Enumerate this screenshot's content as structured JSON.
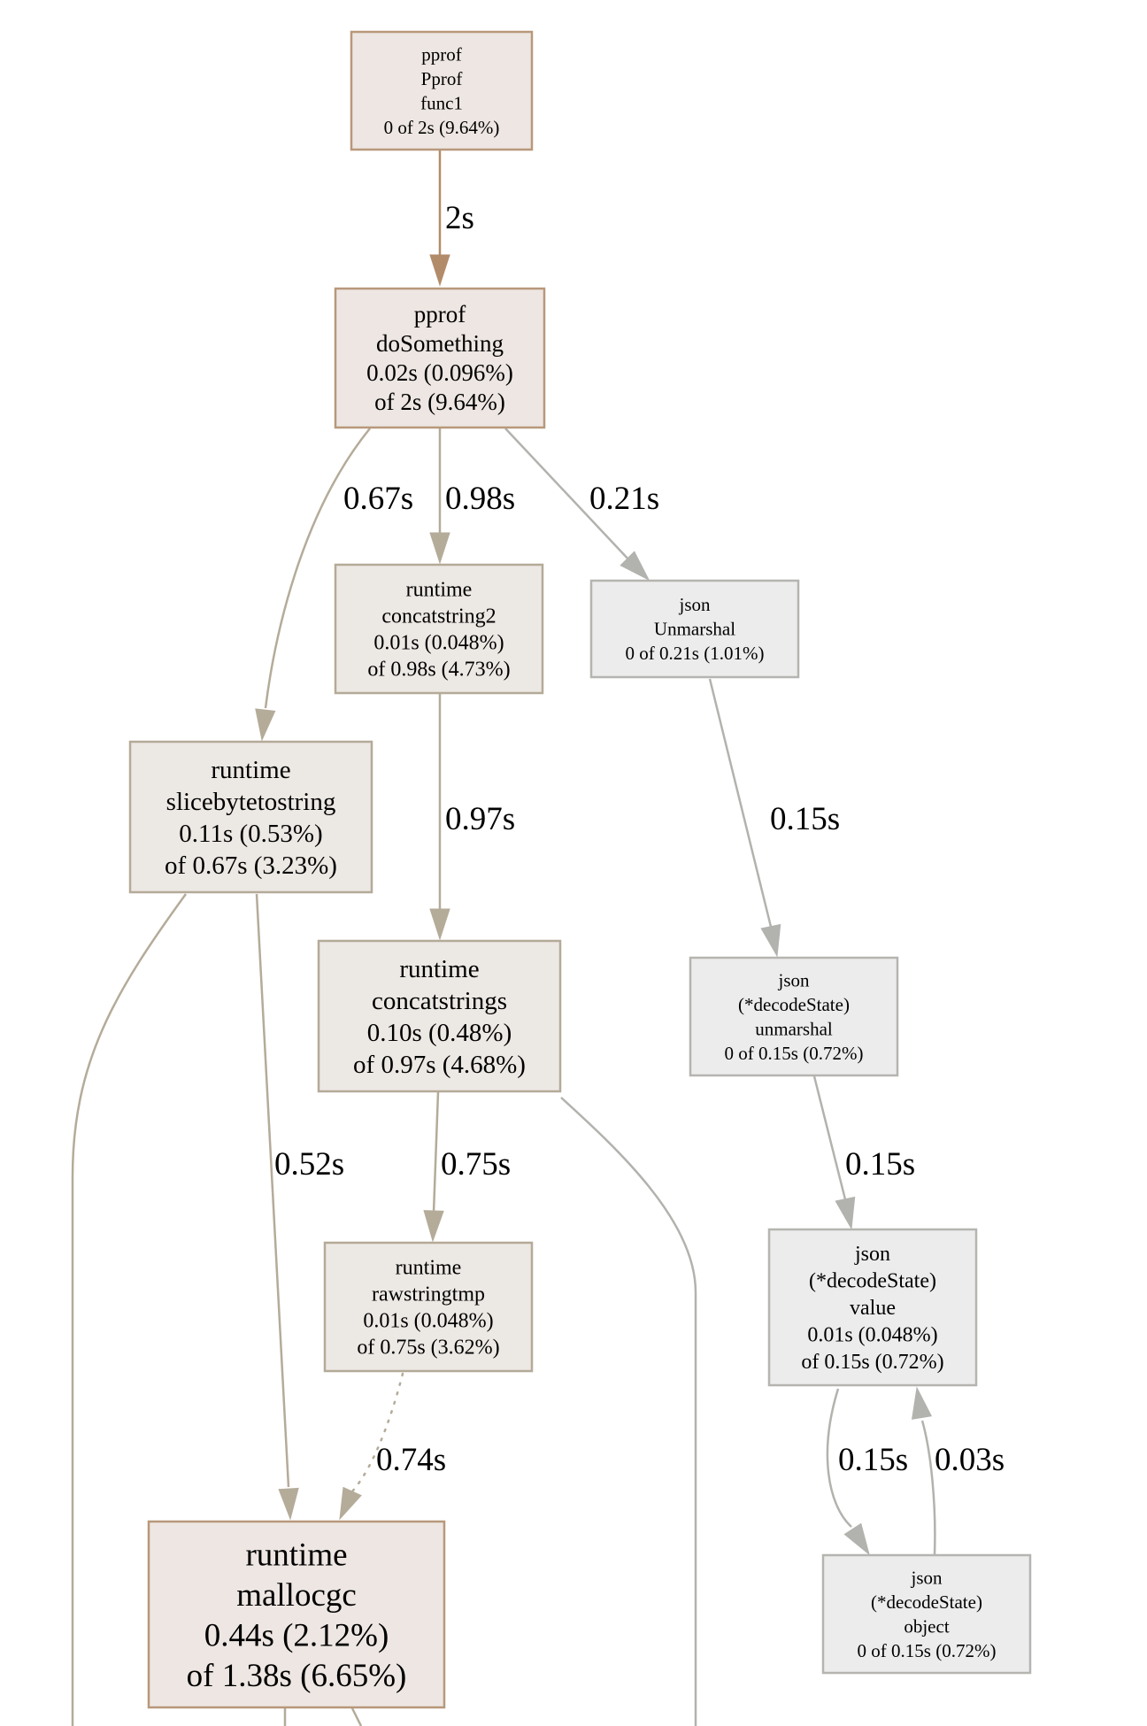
{
  "nodes": {
    "func1": {
      "lines": [
        "pprof",
        "Pprof",
        "func1",
        "0 of 2s (9.64%)"
      ]
    },
    "doSomething": {
      "lines": [
        "pprof",
        "doSomething",
        "0.02s (0.096%)",
        "of 2s (9.64%)"
      ]
    },
    "concatstring2": {
      "lines": [
        "runtime",
        "concatstring2",
        "0.01s (0.048%)",
        "of 0.98s (4.73%)"
      ]
    },
    "unmarshal": {
      "lines": [
        "json",
        "Unmarshal",
        "0 of 0.21s (1.01%)"
      ]
    },
    "slicebytetostring": {
      "lines": [
        "runtime",
        "slicebytetostring",
        "0.11s (0.53%)",
        "of 0.67s (3.23%)"
      ]
    },
    "concatstrings": {
      "lines": [
        "runtime",
        "concatstrings",
        "0.10s (0.48%)",
        "of 0.97s (4.68%)"
      ]
    },
    "decodeUnmarshal": {
      "lines": [
        "json",
        "(*decodeState)",
        "unmarshal",
        "0 of 0.15s (0.72%)"
      ]
    },
    "rawstringtmp": {
      "lines": [
        "runtime",
        "rawstringtmp",
        "0.01s (0.048%)",
        "of 0.75s (3.62%)"
      ]
    },
    "decodeValue": {
      "lines": [
        "json",
        "(*decodeState)",
        "value",
        "0.01s (0.048%)",
        "of 0.15s (0.72%)"
      ]
    },
    "mallocgc": {
      "lines": [
        "runtime",
        "mallocgc",
        "0.44s (2.12%)",
        "of 1.38s (6.65%)"
      ]
    },
    "decodeObject": {
      "lines": [
        "json",
        "(*decodeState)",
        "object",
        "0 of 0.15s (0.72%)"
      ]
    }
  },
  "edges": [
    {
      "from": "func1",
      "to": "doSomething",
      "label": "2s"
    },
    {
      "from": "doSomething",
      "to": "slicebytetostring",
      "label": "0.67s"
    },
    {
      "from": "doSomething",
      "to": "concatstring2",
      "label": "0.98s"
    },
    {
      "from": "doSomething",
      "to": "unmarshal",
      "label": "0.21s"
    },
    {
      "from": "concatstring2",
      "to": "concatstrings",
      "label": "0.97s"
    },
    {
      "from": "unmarshal",
      "to": "decodeUnmarshal",
      "label": "0.15s"
    },
    {
      "from": "slicebytetostring",
      "to": "mallocgc",
      "label": "0.52s"
    },
    {
      "from": "concatstrings",
      "to": "rawstringtmp",
      "label": "0.75s"
    },
    {
      "from": "decodeUnmarshal",
      "to": "decodeValue",
      "label": "0.15s"
    },
    {
      "from": "rawstringtmp",
      "to": "mallocgc",
      "label": "0.74s"
    },
    {
      "from": "decodeValue",
      "to": "decodeObject",
      "label": "0.15s"
    },
    {
      "from": "decodeObject",
      "to": "decodeValue",
      "label": "0.03s"
    },
    {
      "from": "slicebytetostring",
      "to": "offscreen-left",
      "label": ""
    },
    {
      "from": "concatstrings",
      "to": "offscreen-right",
      "label": ""
    },
    {
      "from": "mallocgc",
      "to": "offscreen-below",
      "label": ""
    }
  ],
  "colors": {
    "hot_border": "#b8987a",
    "hot_fill": "#ede6e2",
    "warm_border": "#b5aa98",
    "warm_fill": "#ece8e4",
    "cool_border": "#b6b4b0",
    "cool_fill": "#ececec",
    "hot_edge": "#b28c6a",
    "warm_edge": "#b4ab99",
    "cool_edge": "#b2b2ae"
  }
}
